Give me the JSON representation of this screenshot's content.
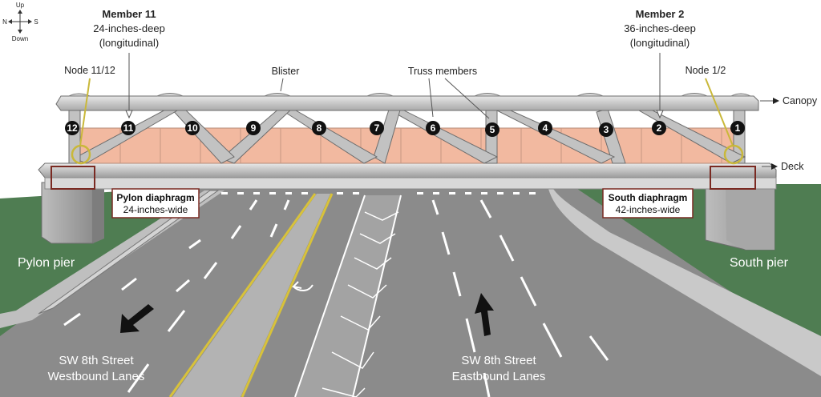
{
  "compass": {
    "up": "Up",
    "down": "Down",
    "north": "N",
    "south": "S"
  },
  "members": {
    "member11": {
      "title": "Member 11",
      "line1": "24-inches-deep",
      "line2": "(longitudinal)"
    },
    "member2": {
      "title": "Member 2",
      "line1": "36-inches-deep",
      "line2": "(longitudinal)"
    }
  },
  "labels": {
    "node_11_12": "Node 11/12",
    "node_1_2": "Node 1/2",
    "blister": "Blister",
    "truss_members": "Truss members",
    "canopy": "Canopy",
    "deck": "Deck",
    "pylon_pier": "Pylon pier",
    "south_pier": "South pier"
  },
  "diaphragms": {
    "pylon": {
      "title": "Pylon diaphragm",
      "width": "24-inches-wide"
    },
    "south": {
      "title": "South diaphragm",
      "width": "42-inches-wide"
    }
  },
  "roads": {
    "westbound": {
      "line1": "SW 8th Street",
      "line2": "Westbound Lanes"
    },
    "eastbound": {
      "line1": "SW 8th Street",
      "line2": "Eastbound Lanes"
    }
  },
  "truss_member_numbers": [
    "1",
    "2",
    "3",
    "4",
    "5",
    "6",
    "7",
    "8",
    "9",
    "10",
    "11",
    "12"
  ],
  "colors": {
    "grass": "#4f7d52",
    "road": "#8b8b8b",
    "bridge": "#cfcfcf",
    "glass_panel": "#f2b9a0",
    "diaphragm_box": "#7a2a22",
    "node_highlight": "#c9b83a",
    "yellow_line": "#d8c23a"
  }
}
